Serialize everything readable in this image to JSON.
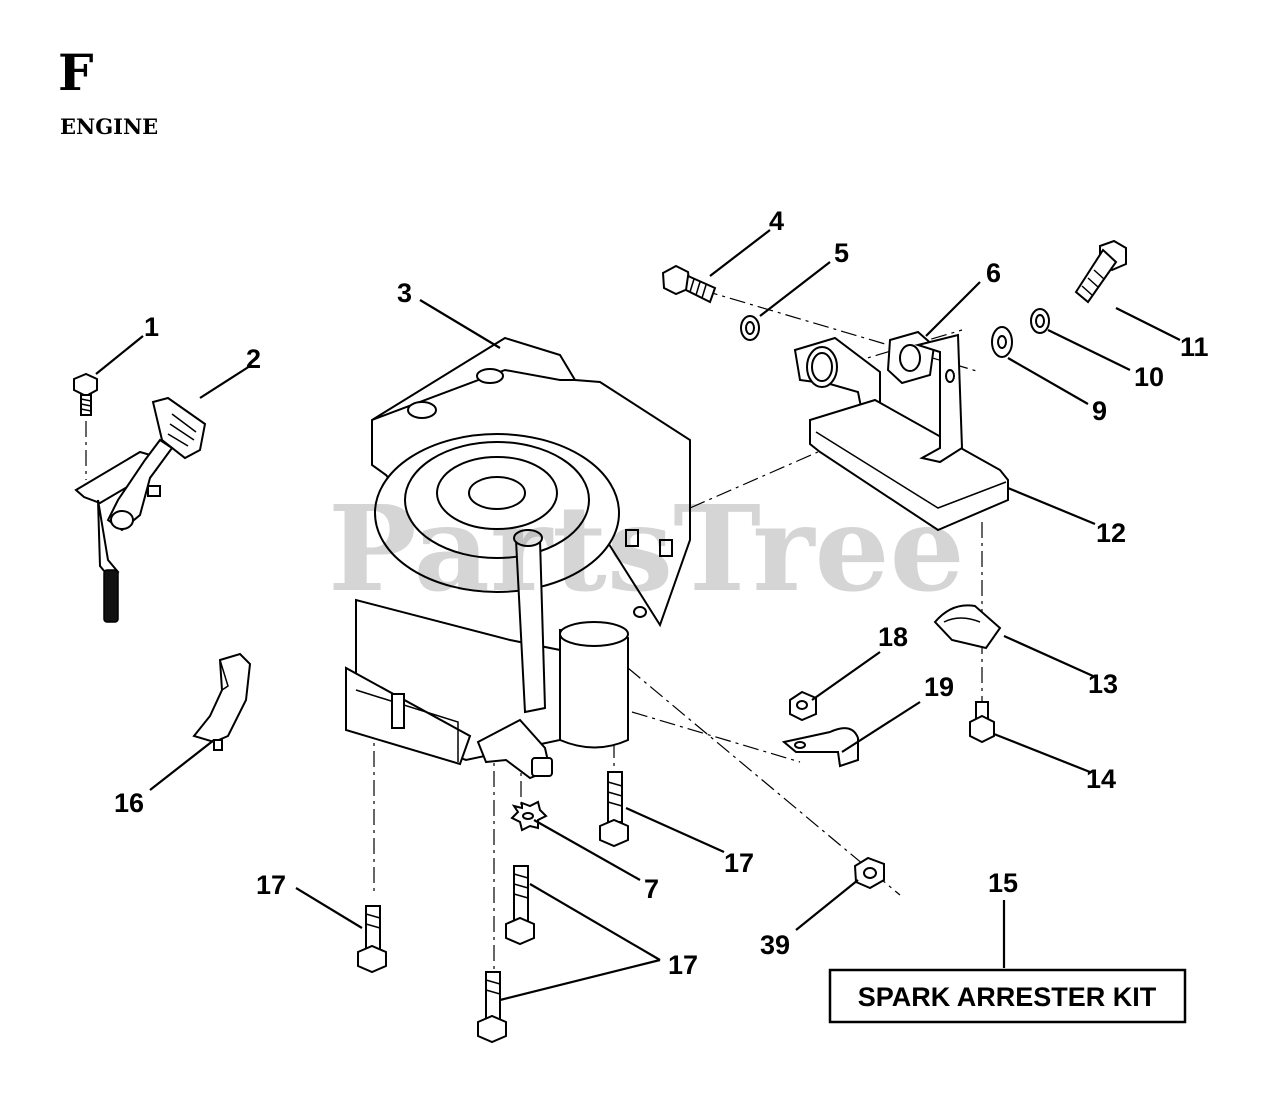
{
  "section": {
    "letter": "F",
    "title": "ENGINE"
  },
  "watermark": "PartsTree",
  "callouts": {
    "c1": "1",
    "c2": "2",
    "c3": "3",
    "c4": "4",
    "c5": "5",
    "c6": "6",
    "c7": "7",
    "c9": "9",
    "c10": "10",
    "c11": "11",
    "c12": "12",
    "c13": "13",
    "c14": "14",
    "c15": "15",
    "c16": "16",
    "c17a": "17",
    "c17b": "17",
    "c17c": "17",
    "c18": "18",
    "c19": "19",
    "c39": "39"
  },
  "kit_label": "SPARK ARRESTER KIT",
  "colors": {
    "line": "#000000",
    "watermark": "#b8b8b8",
    "background": "#ffffff"
  }
}
